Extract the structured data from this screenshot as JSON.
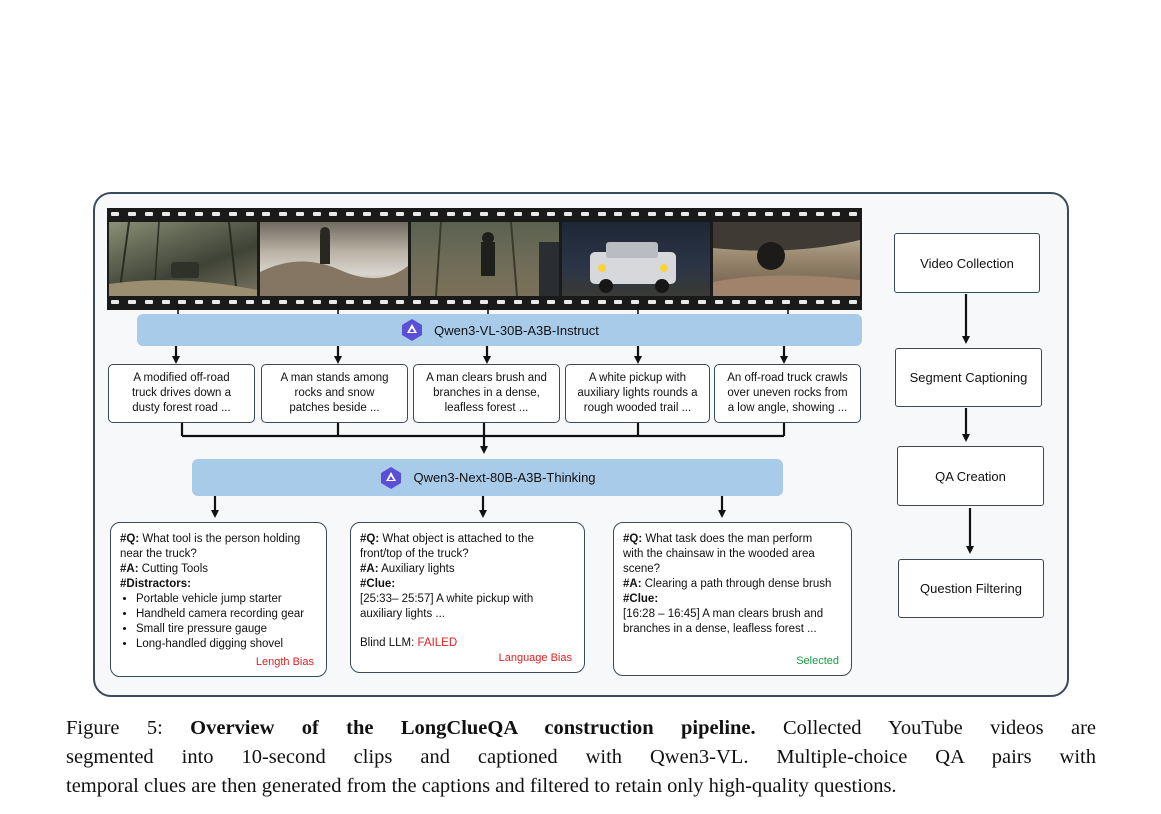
{
  "models": {
    "captioner": "Qwen3-VL-30B-A3B-Instruct",
    "generator": "Qwen3-Next-80B-A3B-Thinking"
  },
  "frames": [
    {
      "scene": "off-road truck in forest"
    },
    {
      "scene": "man among rocks and snow"
    },
    {
      "scene": "man clearing brush"
    },
    {
      "scene": "white pickup with auxiliary lights"
    },
    {
      "scene": "truck crawling over rocks"
    }
  ],
  "captions": [
    {
      "l1": "A modified off-road",
      "l2": "truck drives down a",
      "l3": "dusty forest road ..."
    },
    {
      "l1": "A man stands among",
      "l2": "rocks and snow",
      "l3": "patches beside ..."
    },
    {
      "l1": "A man clears brush and",
      "l2": "branches in a dense,",
      "l3": "leafless forest ..."
    },
    {
      "l1": "A white pickup with",
      "l2": "auxiliary lights rounds a",
      "l3": "rough wooded trail ..."
    },
    {
      "l1": "An off-road truck crawls",
      "l2": "over uneven rocks from",
      "l3": "a low angle, showing ..."
    }
  ],
  "qa1": {
    "q_label": "#Q:",
    "q_text1": " What tool is the person holding",
    "q_text2": "near the truck?",
    "a_label": "#A:",
    "a_text": " Cutting Tools",
    "d_label": "#Distractors:",
    "distractors": [
      "Portable vehicle jump starter",
      "Handheld camera recording gear",
      "Small tire pressure gauge",
      "Long-handled digging shovel"
    ],
    "tag": "Length Bias"
  },
  "qa2": {
    "q_label": "#Q:",
    "q_text1": " What object is attached to the",
    "q_text2": "front/top of the truck?",
    "a_label": "#A:",
    "a_text": " Auxiliary lights",
    "clue_label": "#Clue:",
    "clue_text1": "[25:33– 25:57] A white pickup with",
    "clue_text2": "auxiliary lights ...",
    "blind_label": "Blind LLM: ",
    "blind_value": "FAILED",
    "tag": "Language Bias"
  },
  "qa3": {
    "q_label": "#Q:",
    "q_text1": " What task does the man perform",
    "q_text2": "with the chainsaw in the wooded area",
    "q_text3": "scene?",
    "a_label": "#A:",
    "a_text": " Clearing a path through dense brush",
    "clue_label": "#Clue:",
    "clue_text1": "[16:28 – 16:45] A man clears brush and",
    "clue_text2": "branches in a dense,  leafless forest ...",
    "tag": "Selected"
  },
  "stages": [
    "Video Collection",
    "Segment Captioning",
    "QA Creation",
    "Question Filtering"
  ],
  "colors": {
    "bar": "#a9cbea",
    "fail": "#e02020",
    "selected": "#1a9a45",
    "border": "#3b4a5a"
  },
  "caption": {
    "prefix": "Figure 5: ",
    "title": "Overview of the LongClueQA construction pipeline.",
    "line1_rest": " Collected YouTube videos are",
    "line2": "segmented into 10-second clips and captioned with Qwen3-VL. Multiple-choice QA pairs with",
    "line3": "temporal clues are then generated from the captions and filtered to retain only high-quality questions."
  }
}
